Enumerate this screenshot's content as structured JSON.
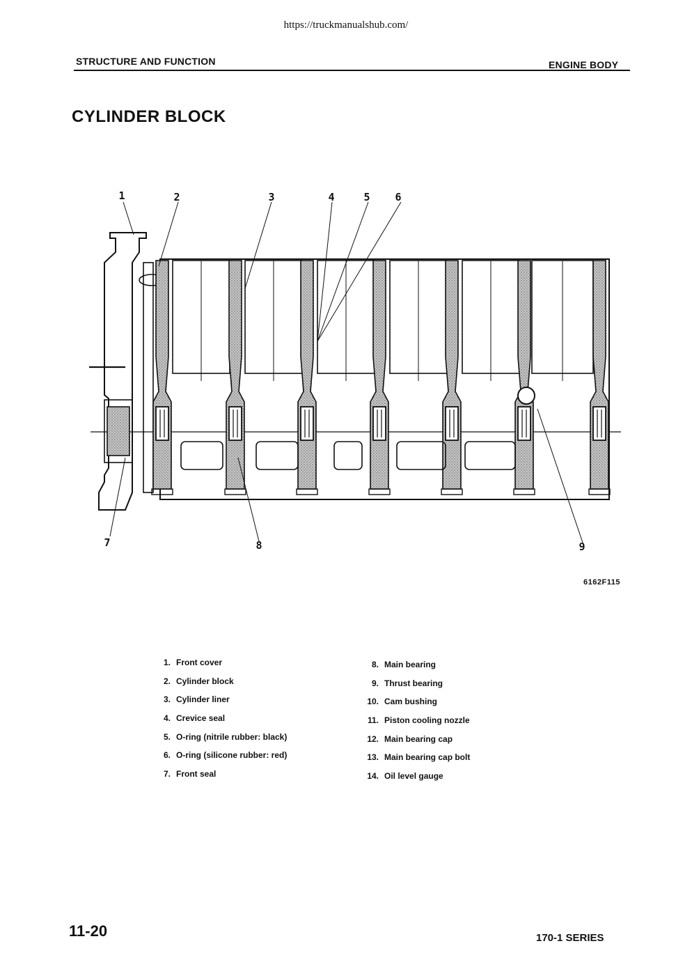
{
  "source_url": "https://truckmanualshub.com/",
  "header": {
    "left": "STRUCTURE AND FUNCTION",
    "right": "ENGINE BODY"
  },
  "title": "CYLINDER BLOCK",
  "figure": {
    "code": "6162F115",
    "callouts": [
      "1",
      "2",
      "3",
      "4",
      "5",
      "6",
      "7",
      "8",
      "9"
    ]
  },
  "legend": {
    "left": [
      {
        "num": "1.",
        "label": "Front cover"
      },
      {
        "num": "2.",
        "label": "Cylinder block"
      },
      {
        "num": "3.",
        "label": "Cylinder liner"
      },
      {
        "num": "4.",
        "label": "Crevice seal"
      },
      {
        "num": "5.",
        "label": "O-ring (nitrile rubber:  black)"
      },
      {
        "num": "6.",
        "label": "O-ring (silicone rubber:  red)"
      },
      {
        "num": "7.",
        "label": "Front seal"
      }
    ],
    "right": [
      {
        "num": "8.",
        "label": "Main bearing"
      },
      {
        "num": "9.",
        "label": "Thrust bearing"
      },
      {
        "num": "10.",
        "label": "Cam bushing"
      },
      {
        "num": "11.",
        "label": "Piston cooling nozzle"
      },
      {
        "num": "12.",
        "label": "Main bearing cap"
      },
      {
        "num": "13.",
        "label": "Main bearing cap bolt"
      },
      {
        "num": "14.",
        "label": "Oil level gauge"
      }
    ]
  },
  "footer": {
    "page": "11-20",
    "series": "170-1 SERIES"
  }
}
